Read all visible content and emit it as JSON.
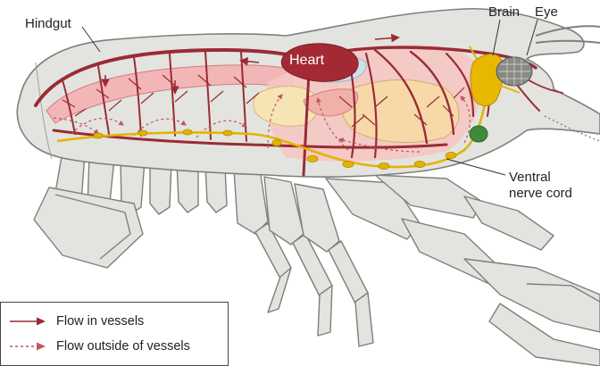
{
  "labels": {
    "hindgut": "Hindgut",
    "brain": "Brain",
    "eye": "Eye",
    "heart": "Heart",
    "ventral_nerve_cord_line1": "Ventral",
    "ventral_nerve_cord_line2": "nerve cord"
  },
  "legend": {
    "vessel_flow": "Flow in vessels",
    "open_flow": "Flow outside of vessels"
  },
  "colors": {
    "exoskeleton": "#e3e4df",
    "outline": "#7d807b",
    "vessel": "#9a2b36",
    "heart": "#a32a35",
    "hindgut": "#f2b6b7",
    "nerve": "#e4b300",
    "digestive_gland": "#f7d9a9",
    "stomach": "#f6e4b5",
    "eye": "#8a8a84",
    "green_gland": "#3f8b3a"
  }
}
